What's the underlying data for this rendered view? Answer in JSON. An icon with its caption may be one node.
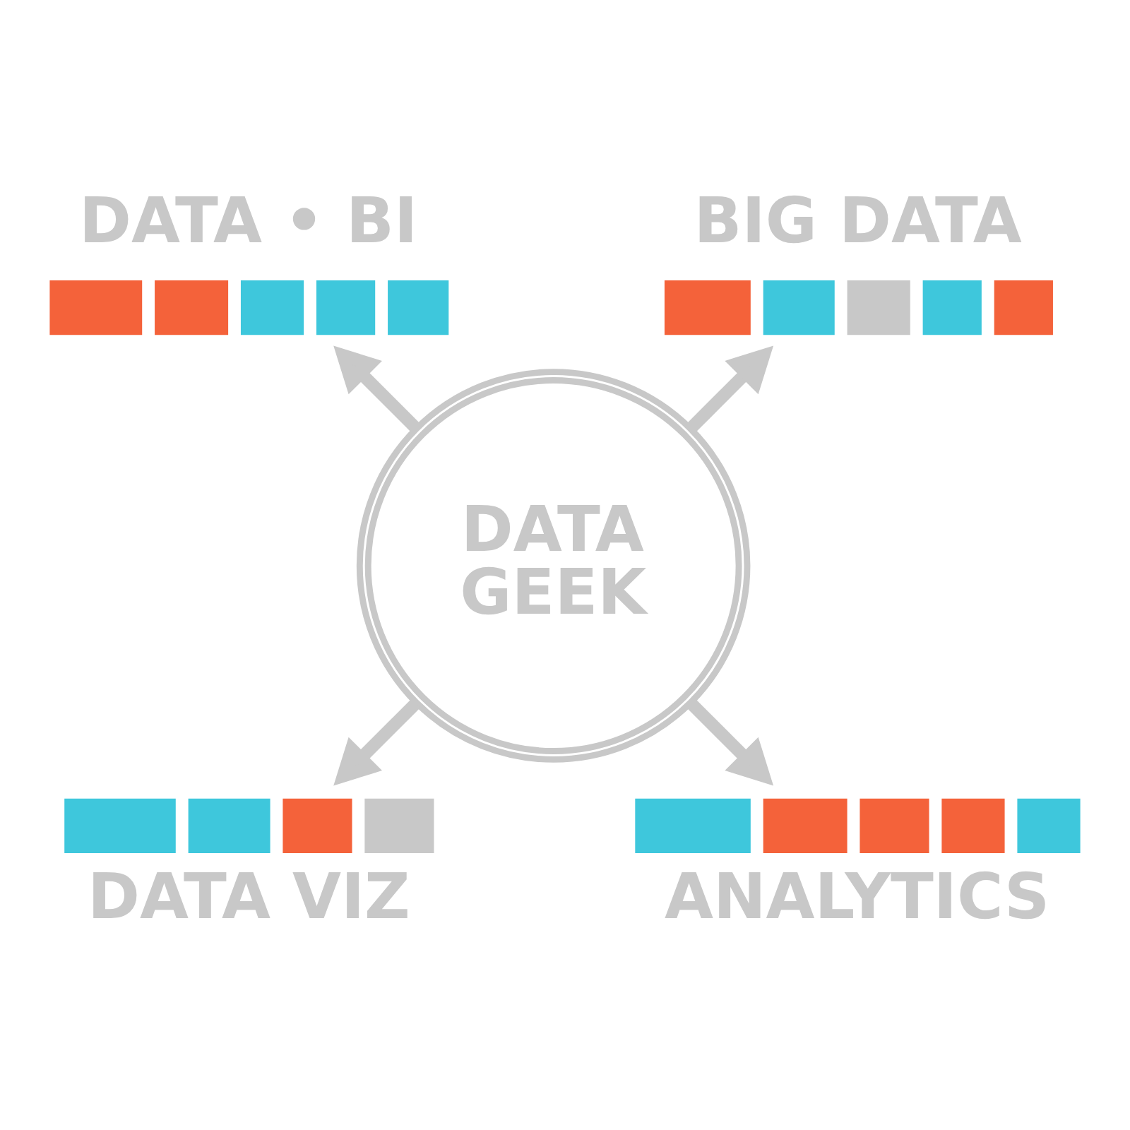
{
  "diagram": {
    "nodes": [
      {
        "text": [
          "DATA GEEK"
        ]
      },
      {
        "text": [
          "DATA • BI"
        ]
      },
      {
        "text": [
          "BIG DATA"
        ]
      },
      {
        "text": [
          "DATA VIZ"
        ]
      },
      {
        "text": [
          "ANALYTICS"
        ]
      }
    ],
    "edges": [
      {
        "from": 0,
        "to": 1,
        "arrow": "to"
      },
      {
        "from": 0,
        "to": 2,
        "arrow": "to"
      },
      {
        "from": 0,
        "to": 3,
        "arrow": "to"
      },
      {
        "from": 0,
        "to": 4,
        "arrow": "to"
      }
    ]
  }
}
